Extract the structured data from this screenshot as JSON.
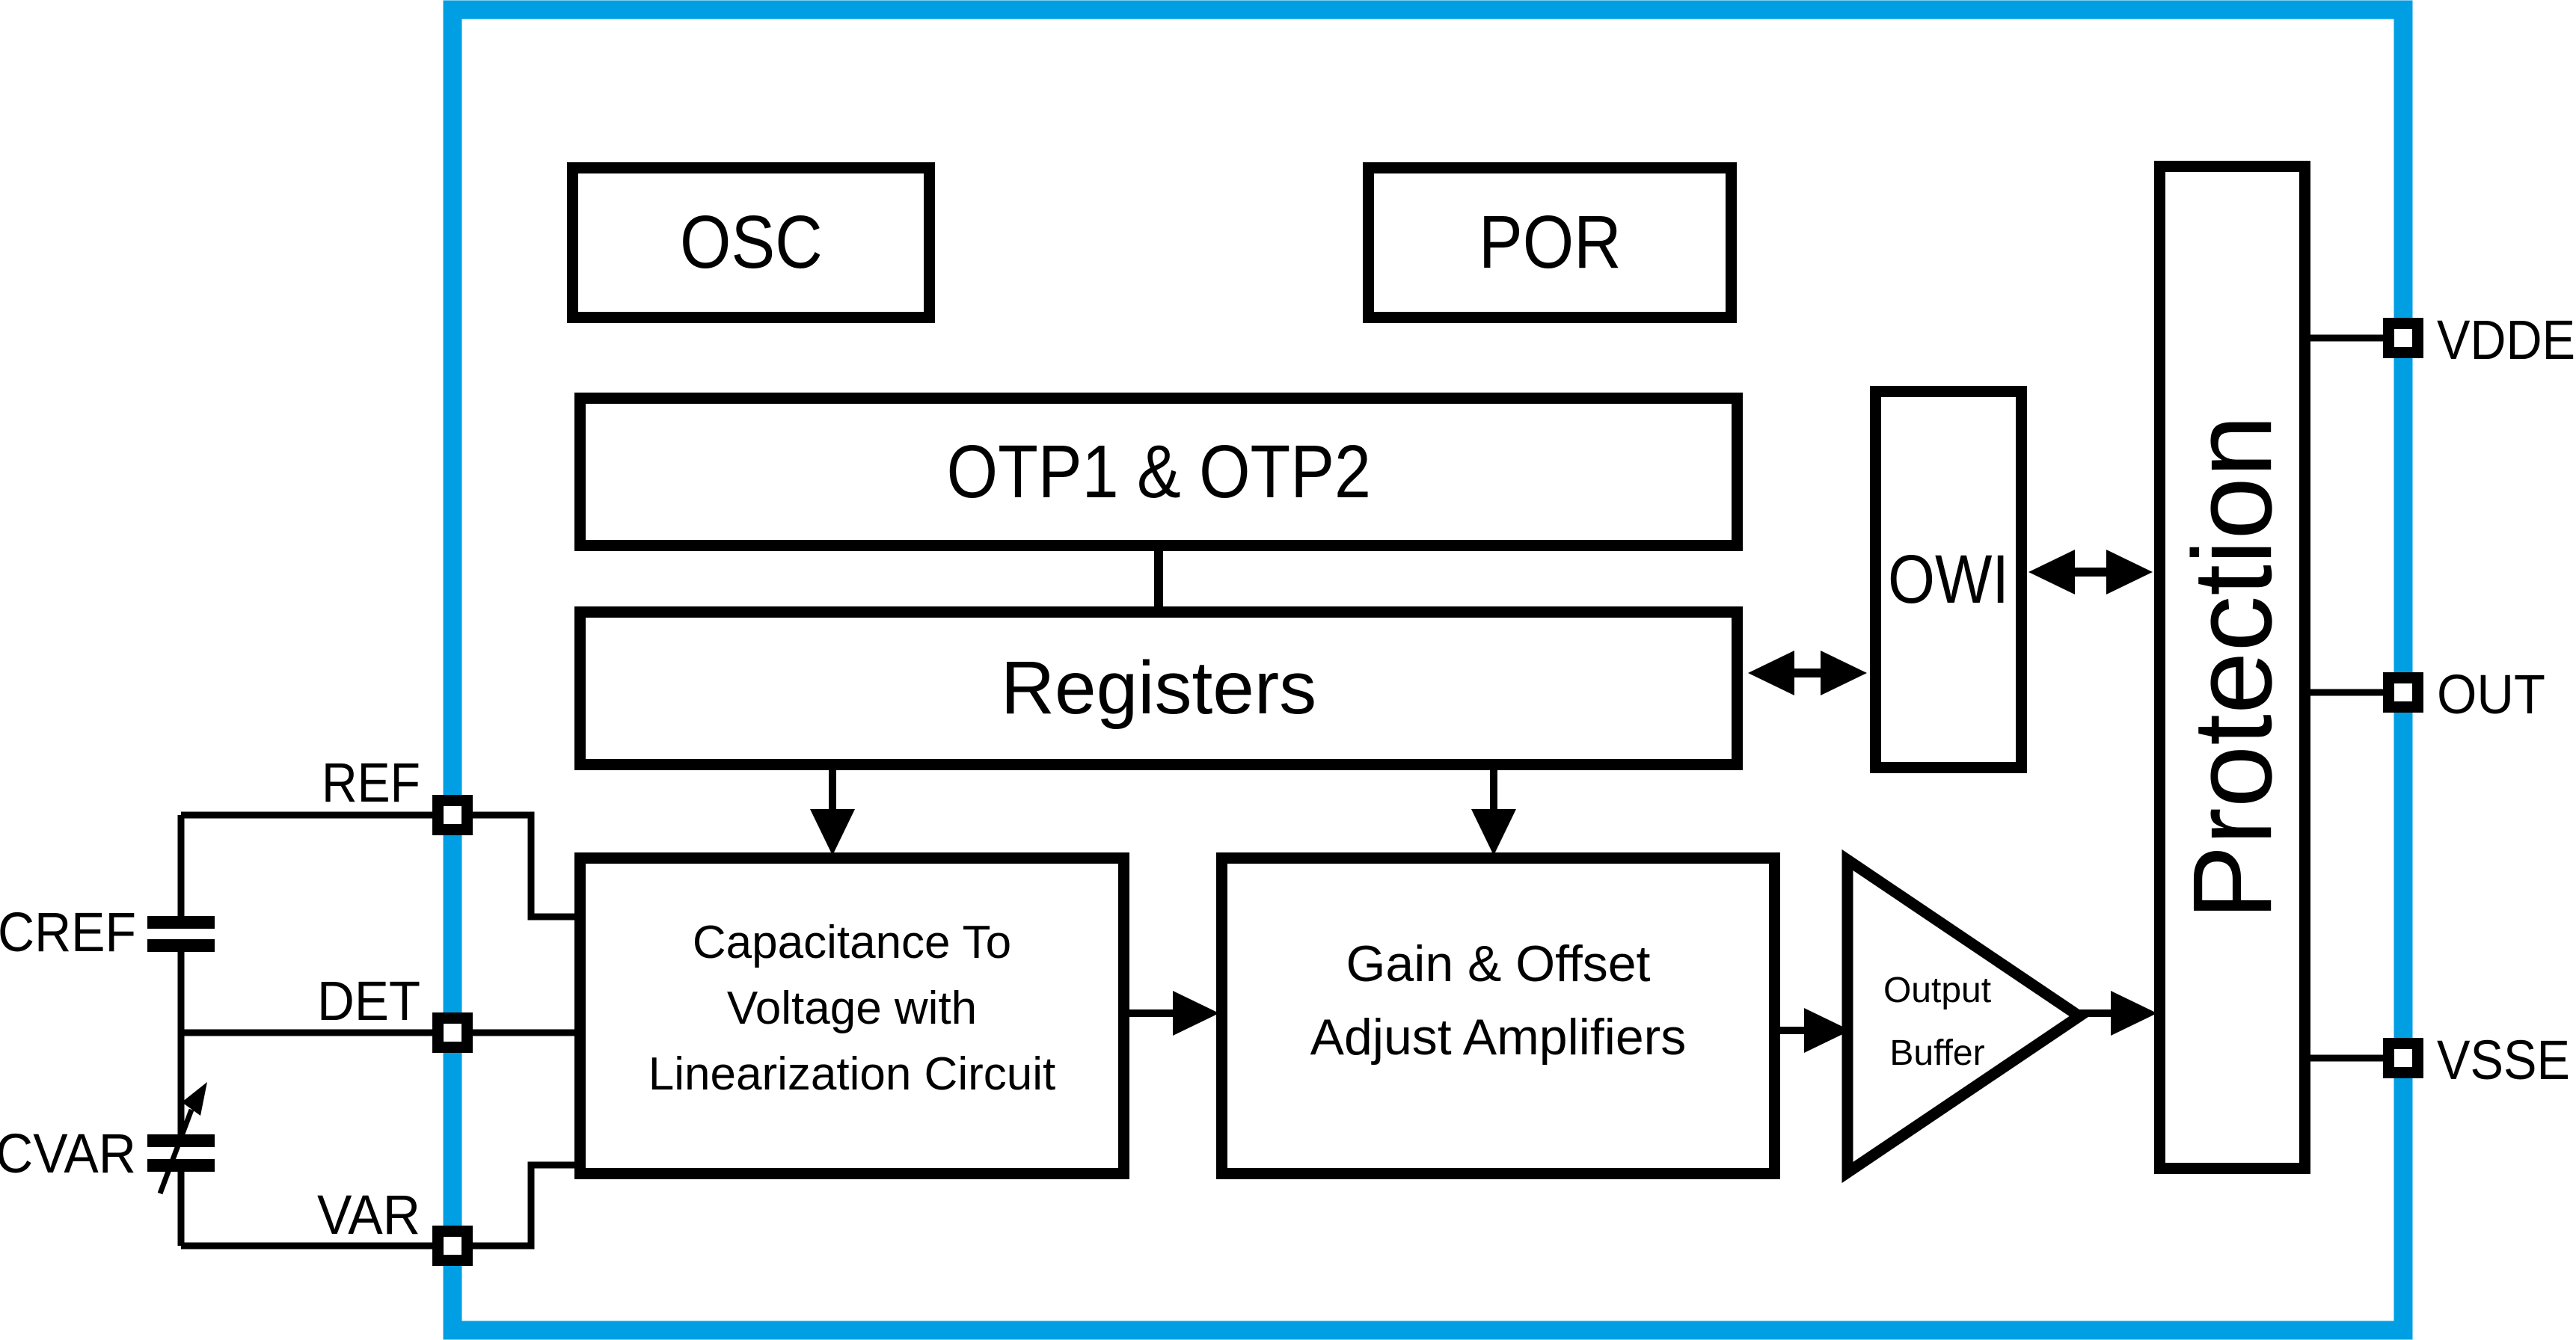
{
  "diagram": {
    "colors": {
      "chip_border": "#009FE3",
      "line": "#000000",
      "block_fill": "#FFFFFF",
      "text": "#000000"
    },
    "blocks": {
      "osc": {
        "label": "OSC"
      },
      "por": {
        "label": "POR"
      },
      "otp": {
        "label": "OTP1 & OTP2"
      },
      "registers": {
        "label": "Registers"
      },
      "owi": {
        "label": "OWI"
      },
      "protection": {
        "label": "Protection"
      },
      "c2v": {
        "lines": [
          "Capacitance To",
          "Voltage with",
          "Linearization Circuit"
        ]
      },
      "gain": {
        "lines": [
          "Gain & Offset",
          "Adjust Amplifiers"
        ]
      },
      "output_buffer": {
        "lines": [
          "Output",
          "Buffer"
        ]
      }
    },
    "pins": {
      "left": [
        {
          "label": "REF"
        },
        {
          "label": "DET"
        },
        {
          "label": "VAR"
        }
      ],
      "right": [
        {
          "label": "VDDE"
        },
        {
          "label": "OUT"
        },
        {
          "label": "VSSE"
        }
      ]
    },
    "external": [
      {
        "label": "CREF",
        "kind": "capacitor"
      },
      {
        "label": "CVAR",
        "kind": "variable-capacitor"
      }
    ]
  }
}
